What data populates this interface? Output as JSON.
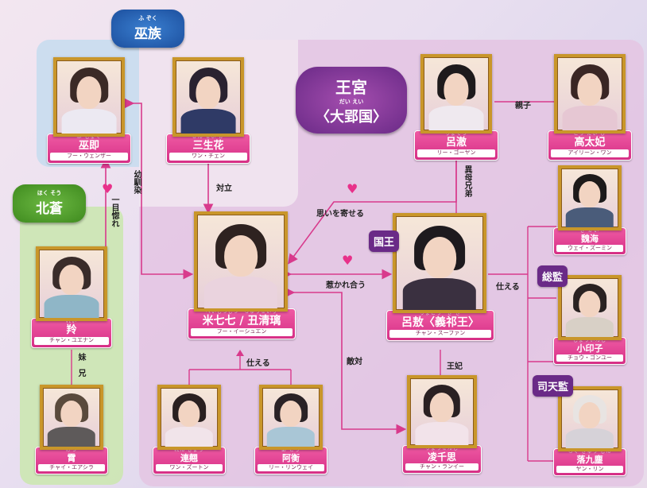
{
  "groups": {
    "wuzu": {
      "name": "巫族",
      "ruby": "ふ ぞく"
    },
    "beicang": {
      "name": "北蒼",
      "ruby": "ほく そう"
    },
    "palace": {
      "name": "王宮",
      "ruby": "だい えい",
      "sub": "〈大郢国〉"
    }
  },
  "characters": {
    "wuji": {
      "ruby": "ふ じょく",
      "name": "巫即",
      "reading": "フー・ウェンザー"
    },
    "sanshenghua": {
      "ruby": "さん せい か",
      "name": "三生花",
      "reading": "ワン・チェン"
    },
    "lvche": {
      "ruby": "りょてつ",
      "name": "呂澈",
      "reading": "リー・ゴーヤン"
    },
    "gaotaifei": {
      "ruby": "こう たい ひ",
      "name": "高太妃",
      "reading": "アイリーン・ワン"
    },
    "weihai": {
      "ruby": "ぎ かい",
      "name": "魏海",
      "reading": "ウェイ・ズーミン"
    },
    "ling": {
      "ruby": "れい",
      "name": "羚",
      "reading": "チャン・ユエナン"
    },
    "mi": {
      "ruby": "べいしつしつ　ちゅうせいり",
      "name": "米七七 / 丑清璃",
      "reading": "フー・イーシュエン"
    },
    "lvao": {
      "ruby": "りょごう　ぎ き",
      "name": "呂敖〈義祁王〉",
      "reading": "チャン・スーファン"
    },
    "xiaoyinzi": {
      "ruby": "しょういんし",
      "name": "小印子",
      "reading": "チョウ・ゴンユー"
    },
    "xiao": {
      "ruby": "けつ",
      "name": "霄",
      "reading": "チャイ・エアシラ"
    },
    "lianqiao": {
      "ruby": "れん ぎょう",
      "name": "連翹",
      "reading": "ワン・ズートン"
    },
    "heng": {
      "ruby": "あ こう",
      "name": "阿衡",
      "reading": "リー・リンウェイ"
    },
    "lingqiansi": {
      "ruby": "りょうせんし",
      "name": "凌千思",
      "reading": "チャン・ランイー"
    },
    "luojiuchen": {
      "ruby": "らく きゅう じん",
      "name": "落九塵",
      "reading": "ヤン・リン"
    }
  },
  "tags": {
    "king": "国王",
    "supervisor": "総監",
    "astronomer": "司天監"
  },
  "relations": {
    "parent_child": "親子",
    "half_brother": "異母兄弟",
    "childhood_friend": "幼馴染",
    "rivalry": "対立",
    "love_at_first_sight": "一目惚れ",
    "affection": "思いを寄せる",
    "mutual_attraction": "惹かれ合う",
    "serve_left": "仕える",
    "serve_right": "仕える",
    "hostility": "敵対",
    "consort": "王妃",
    "sister_brother": "妹　兄"
  },
  "colors": {
    "label": "#d62f86",
    "arrow": "#d83a8c",
    "tag": "#6a2a87",
    "frame": "#c9962a"
  }
}
